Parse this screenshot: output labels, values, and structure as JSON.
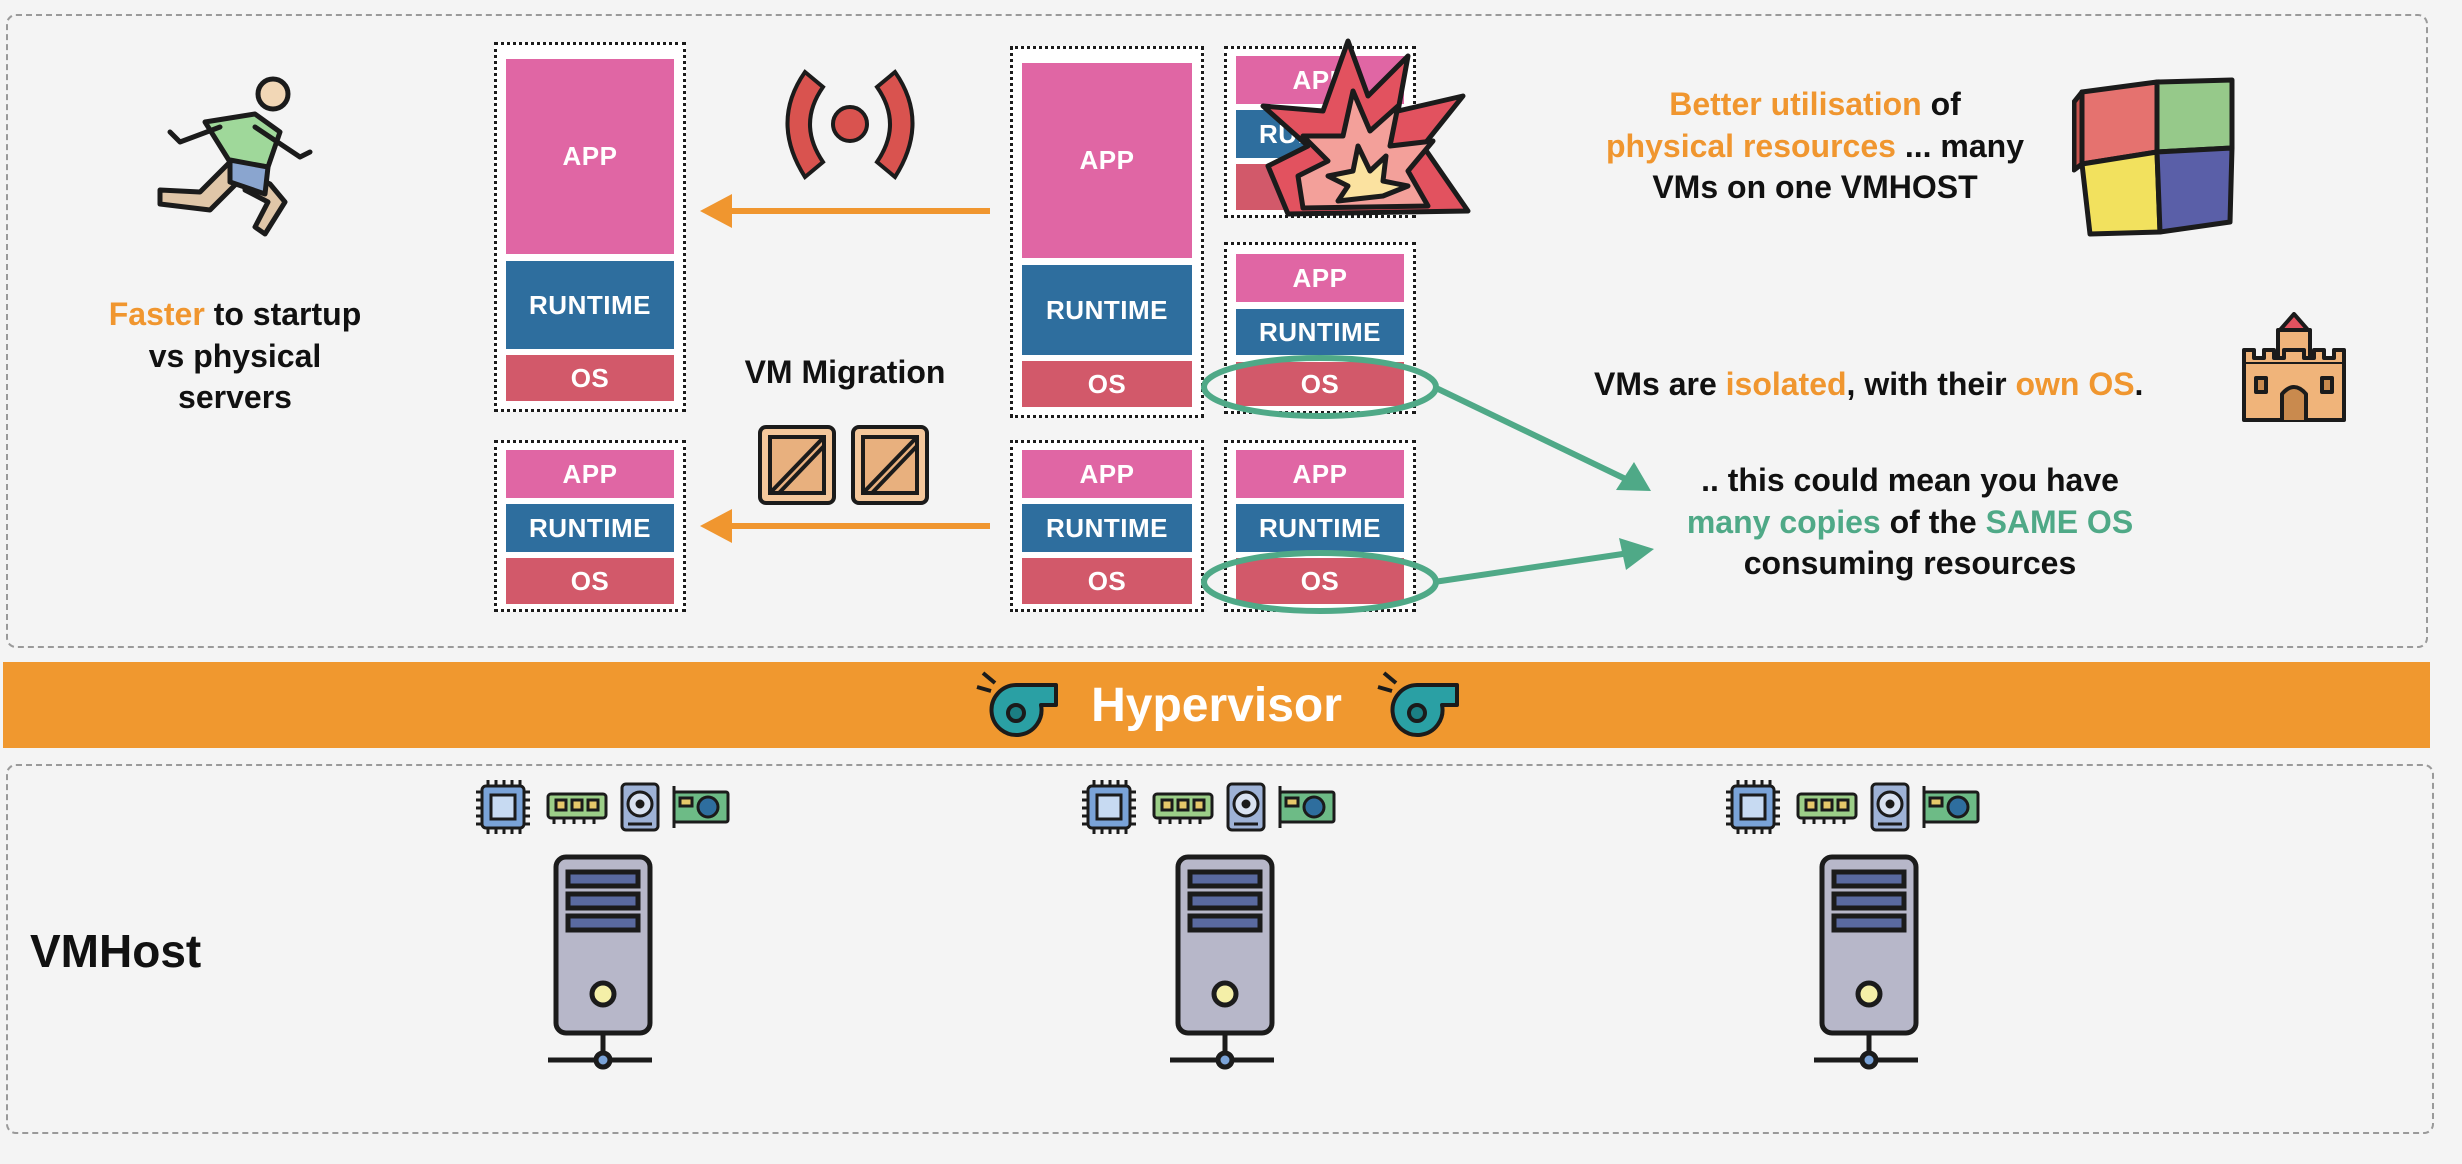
{
  "top_panel": {
    "runner_caption": {
      "highlight": "Faster",
      "line1_rest": " to startup",
      "line2": "vs physical",
      "line3": "servers"
    },
    "migration_label": "VM Migration",
    "layers": {
      "app": "APP",
      "runtime": "RUNTIME",
      "os": "OS"
    },
    "utilisation": {
      "highlight1": "Better utilisation",
      "rest1": " of",
      "highlight2": "physical resources",
      "rest2": " ... many",
      "line3": "VMs on one VMHOST"
    },
    "isolation": {
      "part1": "VMs are ",
      "highlight1": "isolated",
      "part2": ", with their ",
      "highlight2": "own OS",
      "part3": "."
    },
    "copies": {
      "line1": ".. this could mean you have",
      "highlight1": "many copies",
      "mid": " of the ",
      "highlight2": "SAME OS",
      "line3": "consuming resources"
    }
  },
  "hypervisor": {
    "label": "Hypervisor"
  },
  "bottom_panel": {
    "label": "VMHost"
  },
  "colors": {
    "app": "#e066a4",
    "runtime": "#2e6e9e",
    "os": "#d2596a",
    "accent_orange": "#f0962f",
    "accent_green": "#4fa987",
    "hypervisor": "#f0982f"
  },
  "icons": [
    "runner-icon",
    "wifi-signal-icon",
    "crate-icon",
    "explosion-icon",
    "cubes-icon",
    "castle-icon",
    "whistle-icon",
    "cpu-icon",
    "ram-icon",
    "disk-icon",
    "nic-icon",
    "server-tower-icon"
  ]
}
